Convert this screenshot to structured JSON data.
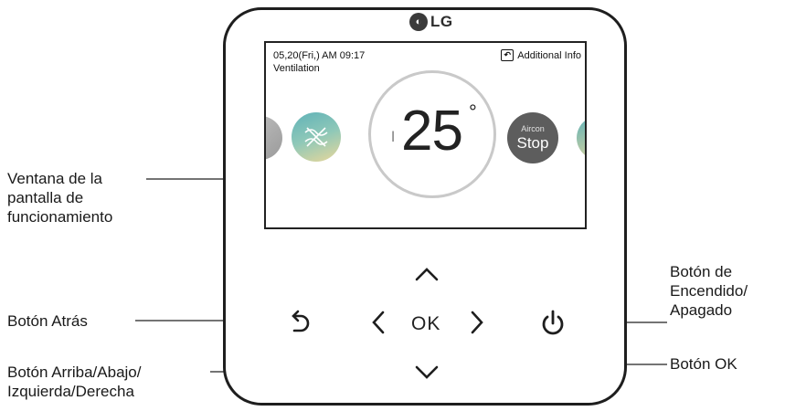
{
  "device": {
    "brand": "LG",
    "logo_glyph": "LG",
    "screen": {
      "datetime": "05,20(Fri,)  AM 09:17",
      "mode": "Ventilation",
      "additional_info": "Additional Info",
      "temperature": "25",
      "degree_symbol": "°",
      "aircon_small": "Aircon",
      "aircon_main": "Stop"
    },
    "ok_label": "OK"
  },
  "callouts": {
    "screen_window": [
      "Ventana de la",
      "pantalla de",
      "funcionamiento"
    ],
    "back_button": "Botón Atrás",
    "direction_buttons": [
      "Botón Arriba/Abajo/",
      "Izquierda/Derecha"
    ],
    "power_button": [
      "Botón de",
      "Encendido/",
      "Apagado"
    ],
    "ok_button": "Botón OK"
  },
  "icons": [
    "lg-logo-icon",
    "back-arrow-icon",
    "arrow-up-icon",
    "arrow-down-icon",
    "arrow-left-icon",
    "arrow-right-icon",
    "power-icon",
    "ventilation-icon",
    "thermometer-icon"
  ]
}
